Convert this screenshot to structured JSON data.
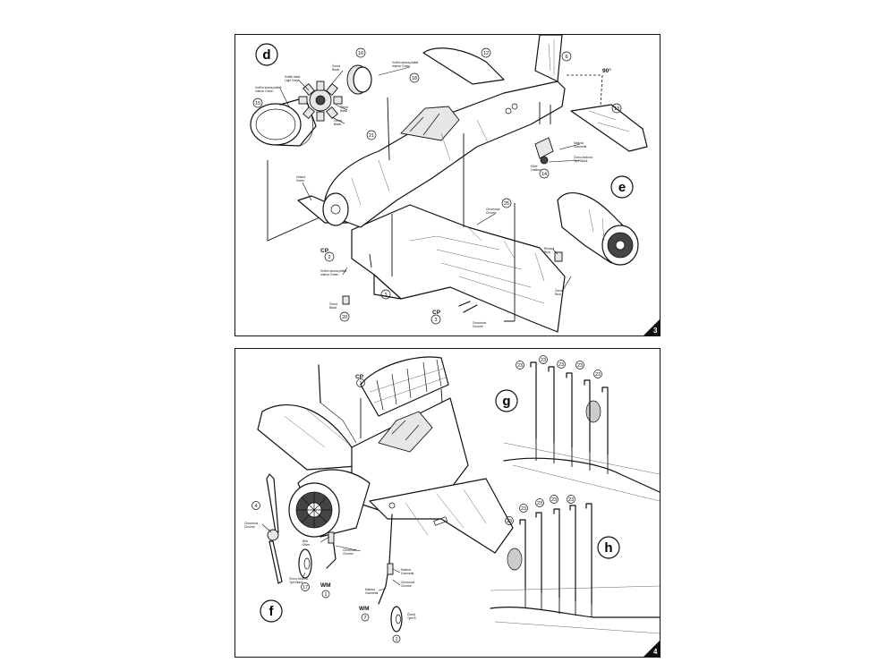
{
  "page_top": {
    "step_d": "d",
    "step_e": "e",
    "page_number": "3",
    "angle": "90°",
    "parts": {
      "p15": "15",
      "p16": "16",
      "p18": "18",
      "p12": "12",
      "p6": "6",
      "p13": "13",
      "p21": "21",
      "p25": "25",
      "p14": "14",
      "p2": "2",
      "p3a": "3",
      "p3b": "3",
      "p20": "20"
    },
    "cp_label_1": "CP",
    "cp_label_2": "CP",
    "callouts": {
      "d1": "Vnitřní strana pláště",
      "d1b": "Interior Green",
      "d2": "Světle šedá",
      "d2b": "Light Grey",
      "d3": "Černá",
      "d3b": "Black",
      "d4": "Černá",
      "d4b": "Black",
      "d5": "Černá",
      "d5b": "Black",
      "d6": "Vnitřní strana pláště",
      "d6b": "Interior Green",
      "d7": "Zelená",
      "d7b": "Green",
      "d8": "Vnitřní strana pláště",
      "d8b": "Interior Green",
      "d9": "Černá",
      "d9b": "Black",
      "d10": "Chromová",
      "d10b": "Chrome",
      "d11": "Chromová",
      "d11b": "Chrome",
      "e1": "Matová",
      "e1b": "Gunmetal",
      "e2": "Černo-bežová",
      "e2b": "Tyre Black",
      "e3": "Kůže",
      "e3b": "Leather",
      "e4": "Rezavá",
      "e4b": "Rust",
      "e5": "Černá",
      "e5b": "Rust"
    }
  },
  "page_bottom": {
    "step_f": "f",
    "step_g": "g",
    "step_h": "h",
    "page_number": "4",
    "cp_label": "CP",
    "wm_label_1": "WM",
    "wm_label_2": "WM",
    "parts": {
      "p1": "1",
      "p4": "4",
      "p17": "17",
      "p1b": "1",
      "p7": "7",
      "p1c": "1",
      "g1": "23",
      "g2": "23",
      "g3": "23",
      "g4": "23",
      "g5": "23",
      "h1": "23",
      "h2": "23",
      "h3": "23",
      "h4": "23",
      "h5": "23"
    },
    "callouts": {
      "f1": "Chromová",
      "f1b": "Chrome",
      "f2": "Bílá",
      "f2b": "Silver",
      "f3": "Chromová",
      "f3b": "Chrome",
      "f4": "Černo-bežová",
      "f4b": "Tyre Black",
      "f5": "Matová",
      "f5b": "Gunmetal",
      "f6": "Chromová",
      "f6b": "Chrome",
      "f7": "Matová",
      "f7b": "Gunmetal",
      "f8": "Černá",
      "f8b": "Tyre B"
    }
  }
}
